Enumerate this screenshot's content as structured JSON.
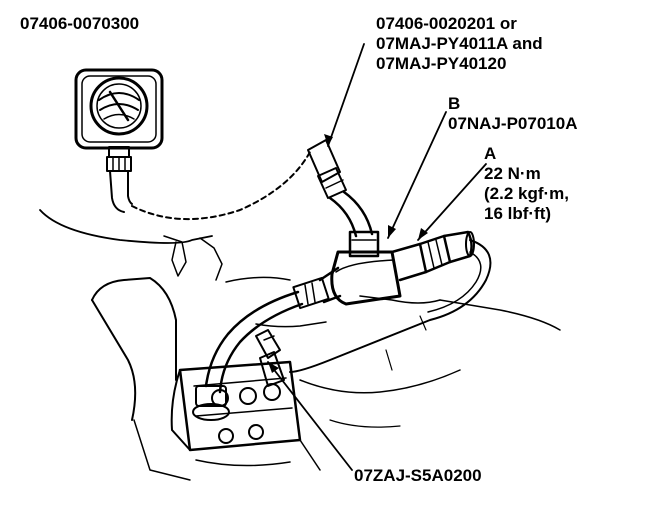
{
  "colors": {
    "ink": "#000000",
    "paper": "#ffffff"
  },
  "labels": {
    "tester": "07406-0070300",
    "hose_line1": "07406-0020201 or",
    "hose_line2": "07MAJ-PY4011A and",
    "hose_line3": "07MAJ-PY40120",
    "b_letter": "B",
    "b_part": "07NAJ-P07010A",
    "a_letter": "A",
    "a_torque1": "22 N·m",
    "a_torque2": "(2.2 kgf·m,",
    "a_torque3": "16 lbf·ft)",
    "adapter": "07ZAJ-S5A0200"
  }
}
